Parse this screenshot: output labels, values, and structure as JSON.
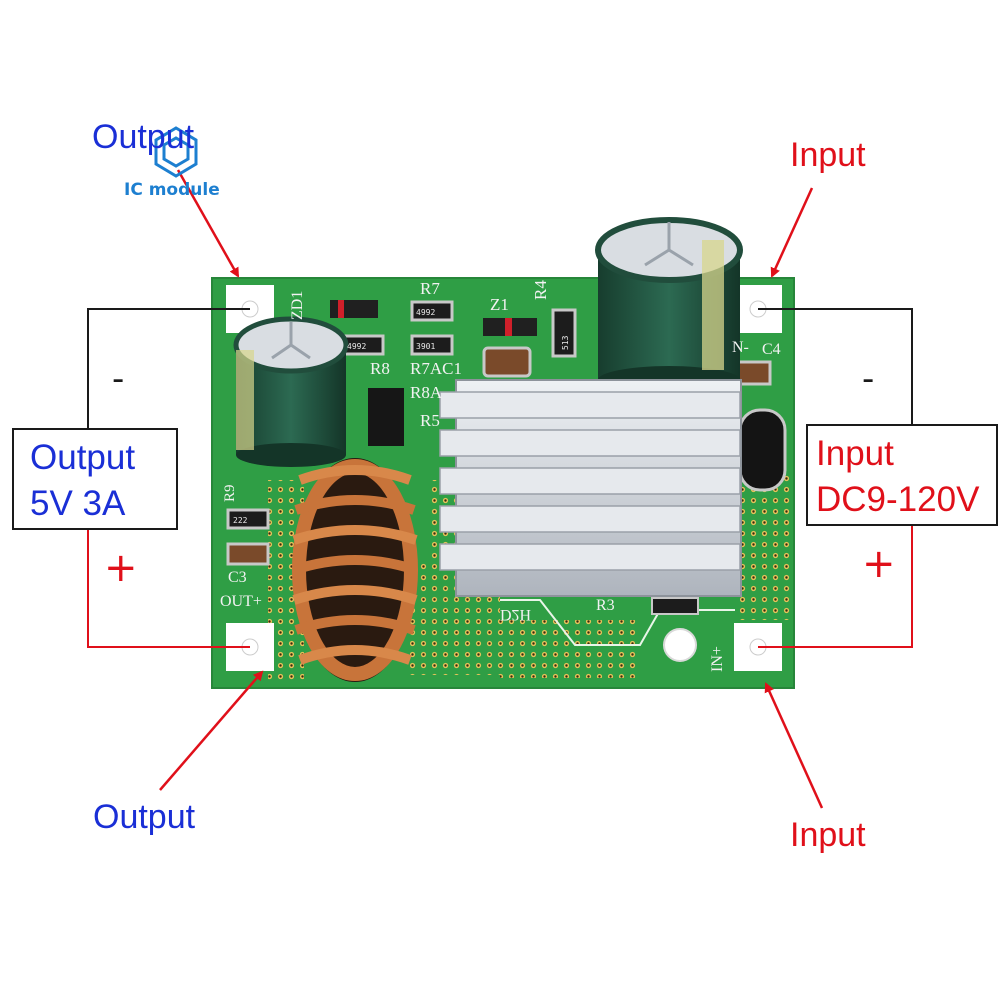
{
  "brand": {
    "name": "IC module",
    "icon": "hexagon-chip-logo-icon",
    "color": "#1d7fd0"
  },
  "callouts": {
    "output_top": "Output",
    "output_bottom": "Output",
    "input_top": "Input",
    "input_bottom": "Input"
  },
  "output_box": {
    "line1": "Output",
    "line2": "5V 3A",
    "minus": "-",
    "plus": "+"
  },
  "input_box": {
    "line1": "Input",
    "line2": "DC9-120V",
    "minus": "-",
    "plus": "+"
  },
  "pcb_labels": {
    "r7": "R7",
    "z1": "Z1",
    "r4": "R4",
    "zd1": "ZD1",
    "r8": "R8",
    "r7ac1": "R7AC1",
    "r8a": "R8A",
    "r5": "R5",
    "r9": "R9",
    "c3": "C3",
    "out_plus": "OUT+",
    "in_plus": "IN+",
    "n_minus": "N-",
    "c4": "C4",
    "r3": "R3",
    "d2h": "D2H",
    "code_4992a": "4992",
    "code_4992b": "4992",
    "code_3901": "3901",
    "code_513": "513",
    "code_222": "222"
  },
  "colors": {
    "callout_blue": "#1a2fd6",
    "callout_red": "#e0101a",
    "pcb_green": "#2f9e45",
    "heatsink": "#c9ced6",
    "capacitor": "#1f4d3b",
    "coil_copper": "#c8743a"
  }
}
